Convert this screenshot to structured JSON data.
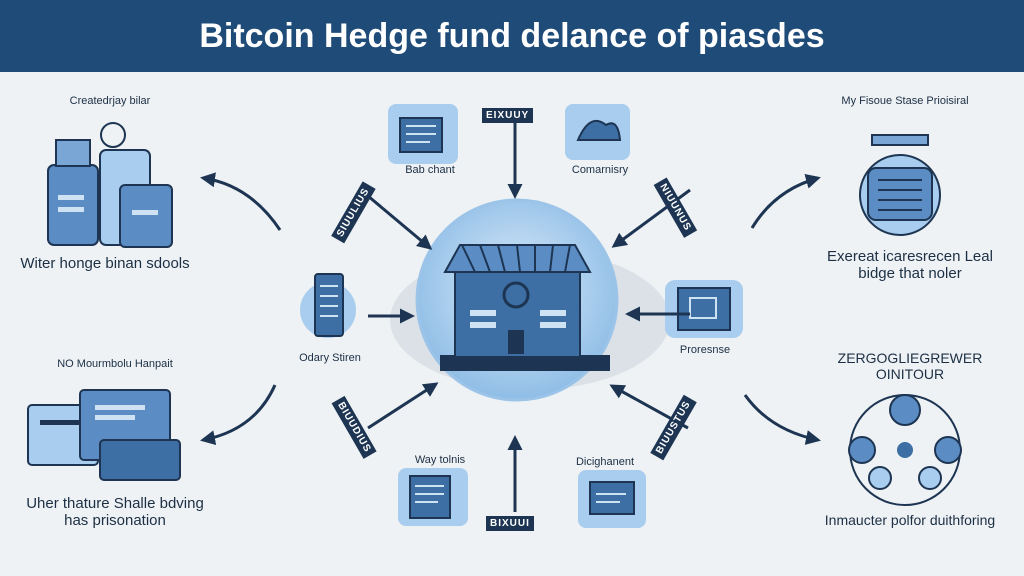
{
  "header": {
    "title": "Bitcoin Hedge fund delance of piasdes"
  },
  "colors": {
    "banner": "#1f4b78",
    "background": "#eef2f5",
    "accent": "#2e5f92",
    "light": "#a9cdee",
    "dark": "#1d3552"
  },
  "nodes": {
    "top_left": {
      "caption_top": "Createdrjay bilar",
      "caption_bottom": "Witer honge binan sdools",
      "icon": "bottles-icon"
    },
    "top_right": {
      "caption_top": "My Fisoue Stase Prioisiral",
      "caption_bottom": "Exereat icaresrecen Leal bidge that noler",
      "icon": "machine-icon"
    },
    "bottom_left": {
      "caption_top": "NO Mourmbolu Hanpait",
      "caption_bottom": "Uher thature Shalle bdving has prisonation",
      "icon": "cards-icon"
    },
    "bottom_right": {
      "caption_top": "ZERGOGLIEGREWER OINITOUR",
      "caption_bottom": "Inmaucter polfor duithforing",
      "icon": "network-icon"
    },
    "top_center_left": {
      "caption": "Bab chant",
      "icon": "document-icon"
    },
    "top_center_right": {
      "caption": "Comarnisry",
      "icon": "hands-icon"
    },
    "middle_left": {
      "caption": "Odary Stiren",
      "icon": "phone-icon"
    },
    "middle_right": {
      "caption": "Proresnse",
      "icon": "safe-icon"
    },
    "bottom_center_left": {
      "caption": "Way tolnis",
      "icon": "contract-icon"
    },
    "bottom_center_right": {
      "caption": "Dicighanent",
      "icon": "checklist-icon"
    },
    "center": {
      "icon": "bank-building-icon"
    }
  },
  "tags": {
    "top": "EIXUUY",
    "bottom": "BIXUUI",
    "top_left": "SIUULIUS",
    "top_right": "NIUUNUS",
    "bottom_left": "BIUUDIUS",
    "bottom_right": "BIUUSTUS"
  }
}
